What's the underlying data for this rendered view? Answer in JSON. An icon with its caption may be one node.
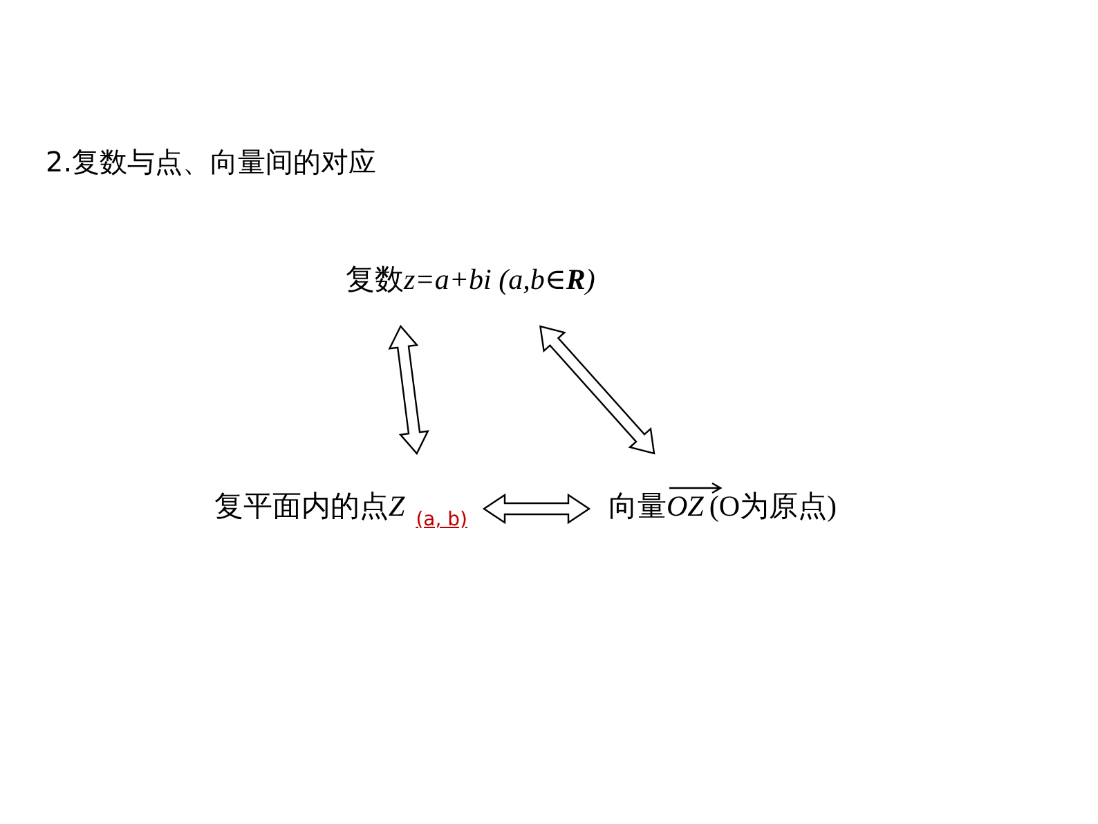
{
  "diagram": {
    "title": "2.复数与点、向量间的对应",
    "nodes": [
      {
        "text": [
          "复数",
          "z=a+bi (a,b∈**R**)"
        ]
      },
      {
        "text": [
          "复平面内的点",
          "Z",
          "(a, b)"
        ]
      },
      {
        "text": [
          "向量",
          "OZ",
          "(O为原点)"
        ]
      }
    ],
    "edges": [
      {
        "from": 0,
        "to": 1,
        "arrow": "both"
      },
      {
        "from": 0,
        "to": 2,
        "arrow": "both"
      },
      {
        "from": 1,
        "to": 2,
        "arrow": "both"
      }
    ]
  }
}
